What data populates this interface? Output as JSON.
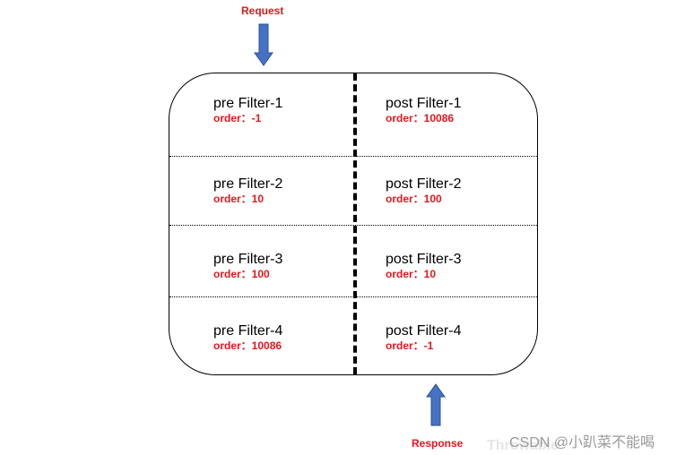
{
  "request_label": "Request",
  "response_label": "Response",
  "rows": [
    {
      "pre_name": "pre Filter-1",
      "pre_order": "order：-1",
      "post_name": "post Filter-1",
      "post_order": "order：10086"
    },
    {
      "pre_name": "pre Filter-2",
      "pre_order": "order：10",
      "post_name": "post Filter-2",
      "post_order": "order：100"
    },
    {
      "pre_name": "pre Filter-3",
      "pre_order": "order：100",
      "post_name": "post Filter-3",
      "post_order": "order：10"
    },
    {
      "pre_name": "pre Filter-4",
      "pre_order": "order：10086",
      "post_name": "post Filter-4",
      "post_order": "order：-1"
    }
  ],
  "watermark": "CSDN @小趴菜不能喝",
  "watermark_bg": "Throwable",
  "colors": {
    "accent_red": "#e8141b",
    "arrow_blue": "#4472c4",
    "arrow_stroke": "#2f528f"
  }
}
